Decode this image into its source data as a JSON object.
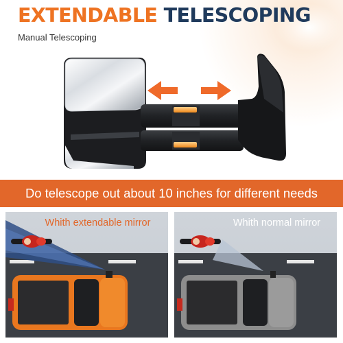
{
  "headline": {
    "word1": "EXTENDABLE",
    "word2": "TELESCOPING"
  },
  "subtitle": "Manual Telescoping",
  "banner": "Do telescope out about 10 inches for different needs",
  "panels": [
    {
      "label": "Whith extendable mirror",
      "truck_color": "#e9771f"
    },
    {
      "label": "Whith normal mirror",
      "truck_color": "#8d8d8d"
    }
  ],
  "colors": {
    "accent": "#e2672a",
    "navy": "#1f3a5c",
    "arrow": "#ef6a2a"
  },
  "icons": [
    "double-arrow-icon",
    "motorcycle-icon",
    "pickup-truck-icon",
    "view-cone-icon"
  ]
}
